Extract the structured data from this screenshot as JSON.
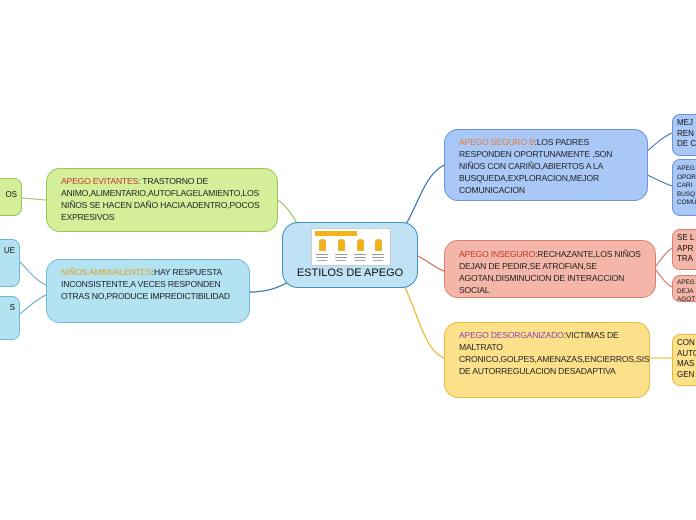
{
  "center": {
    "title": "ESTILOS DE APEGO"
  },
  "nodes": {
    "seguro": {
      "head": "APEGO SEGURO B",
      "body": ":LOS PADRES RESPONDEN OPORTUNAMENTE ,SON NIÑOS CON CARIÑO,ABIERTOS A LA BUSQUEDA,EXPLORACION,MEJOR COMUNICACION",
      "head_color": "#e57a2e",
      "fill": "#a9c8f7",
      "border": "#6b95d8"
    },
    "inseguro": {
      "head": "APEGO INSEGURO",
      "body": ":RECHAZANTE,LOS NIÑOS DEJAN DE PEDIR,SE ATROFIAN,SE AGOTAN,DISMINUCION DE INTERACCION SOCIAL",
      "head_color": "#c0392b",
      "fill": "#f4b6a8",
      "border": "#d9806c"
    },
    "desorganizado": {
      "head": "APEGO DESORGANIZADO",
      "body": ":VICTIMAS DE MALTRATO CRONICO,GOLPES,AMENAZAS,ENCIERROS,SISTEMA DE AUTORREGULACION DESADAPTIVA",
      "head_color": "#8e44ad",
      "fill": "#fde08a",
      "border": "#e7b93a"
    },
    "evitantes": {
      "head": "APEGO EVITANTES",
      "body": ": TRASTORNO DE ANIMO,ALIMENTARIO,AUTOFLAGELAMIENTO,LOS NIÑOS SE HACEN DAÑO HACIA ADENTRO,POCOS EXPRESIVOS",
      "head_color": "#c0392b",
      "fill": "#d4ee9a",
      "border": "#9cc45a"
    },
    "ambivalentes": {
      "head": "NIÑOS AMBIVALENTES",
      "body": ":HAY RESPUESTA INCONSISTENTE,A VECES RESPONDEN OTRAS NO,PRODUCE IMPREDICTIBILIDAD",
      "head_color": "#e0a020",
      "fill": "#b3e2f3",
      "border": "#6fb8d8"
    }
  },
  "leaves": {
    "r1": "MEJ\nREN\nDE C",
    "r2": "APEG\nOPOR\nCARI\nBUSQ\nCOMU",
    "r3": "SE L\nAPR\nTRA",
    "r4": "APEG\nDEJA\nAGOT",
    "r5": "CON\nAUTO\nMAS\nGEN",
    "l1": "OS",
    "l2": "UE",
    "l3": "S"
  },
  "colors": {
    "line_blue": "#2f6fb0",
    "line_red": "#d9674e",
    "line_yellow": "#f0b323",
    "line_green": "#9cc45a",
    "line_lightblue": "#5aa7cf"
  }
}
